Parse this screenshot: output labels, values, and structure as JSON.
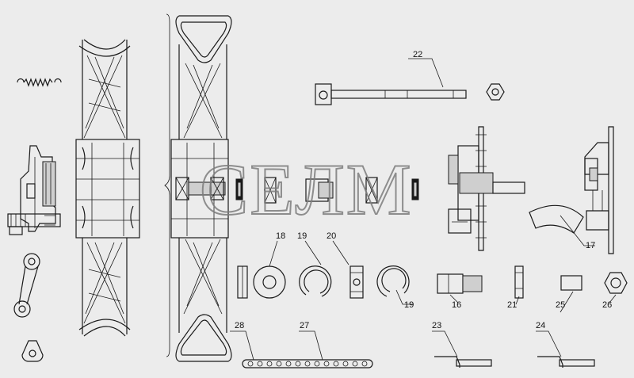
{
  "watermark": "СЕЛМ",
  "callouts": [
    {
      "id": "c17",
      "label": "17"
    },
    {
      "id": "c18",
      "label": "18"
    },
    {
      "id": "c19a",
      "label": "19"
    },
    {
      "id": "c19b",
      "label": "19"
    },
    {
      "id": "c20",
      "label": "20"
    },
    {
      "id": "c16",
      "label": "16"
    },
    {
      "id": "c21",
      "label": "21"
    },
    {
      "id": "c22",
      "label": "22"
    },
    {
      "id": "c23",
      "label": "23"
    },
    {
      "id": "c24",
      "label": "24"
    },
    {
      "id": "c25",
      "label": "25"
    },
    {
      "id": "c26",
      "label": "26"
    },
    {
      "id": "c27",
      "label": "27"
    },
    {
      "id": "c28",
      "label": "28"
    }
  ]
}
